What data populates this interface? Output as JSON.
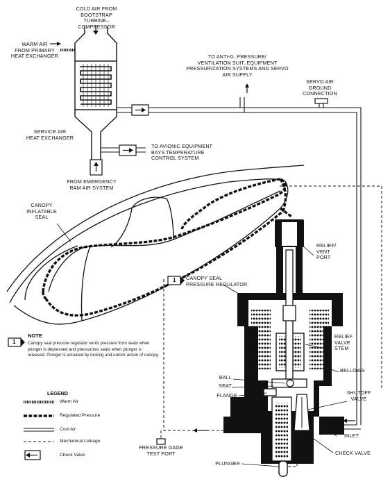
{
  "labels": {
    "cold_air": "COLD AIR FROM\nBOOTSTRAP TURBINE–\nCOMPRESSOR",
    "warm_air_primary": "WARM AIR\nFROM PRIMARY\nHEAT EXCHANGER",
    "service_air_hx": "SERVICE AIR\nHEAT EXCHANGER",
    "anti_g": "TO ANTI-G, PRESSURE/\nVENTILATION SUIT, EQUIPMENT\nPRESSURIZATION SYSTEMS AND SERVO\nAIR SUPPLY",
    "servo_ground": "SERVO AIR\nGROUND\nCONNECTION",
    "avionic": "TO AVIONIC EQUIPMENT\nBAYS TEMPERATURE\nCONTROL SYSTEM",
    "emergency_ram": "FROM EMERGENCY\nRAM AIR SYSTEM",
    "canopy_seal": "CANOPY\nINFLATABLE\nSEAL",
    "relief_vent": "RELIEF/\nVENT\nPORT",
    "regulator": "CANOPY SEAL\nPRESSURE REGULATOR",
    "relief_stem": "RELIEF\nVALVE\nSTEM",
    "bellows": "BELLOWS",
    "ball": "BALL",
    "seat": "SEAT",
    "flange": "FLANGE",
    "shutoff": "SHUTOFF\nVALVE",
    "inlet": "INLET",
    "check_valve": "CHECK VALVE",
    "plunger": "PLUNGER",
    "test_port": "PRESSURE GAGE\nTEST PORT",
    "callout": "1"
  },
  "note": {
    "title": "NOTE",
    "number": "1",
    "text": "Canopy seal pressure regulator vents pressure from seals when plunger is depressed and pressurizes seals when plunger is released. Plunger is actuated by locking and unlock action of canopy."
  },
  "legend": {
    "title": "LEGEND",
    "items": [
      {
        "label": "Warm Air",
        "style": "warm-air"
      },
      {
        "label": "Regulated Pressure",
        "style": "regulated-pressure"
      },
      {
        "label": "Cool Air",
        "style": "cool-air"
      },
      {
        "label": "Mechanical Linkage",
        "style": "mechanical-linkage"
      },
      {
        "label": "Check Valve",
        "style": "check-valve"
      }
    ]
  },
  "colors": {
    "ink": "#111111",
    "paper": "#ffffff"
  }
}
